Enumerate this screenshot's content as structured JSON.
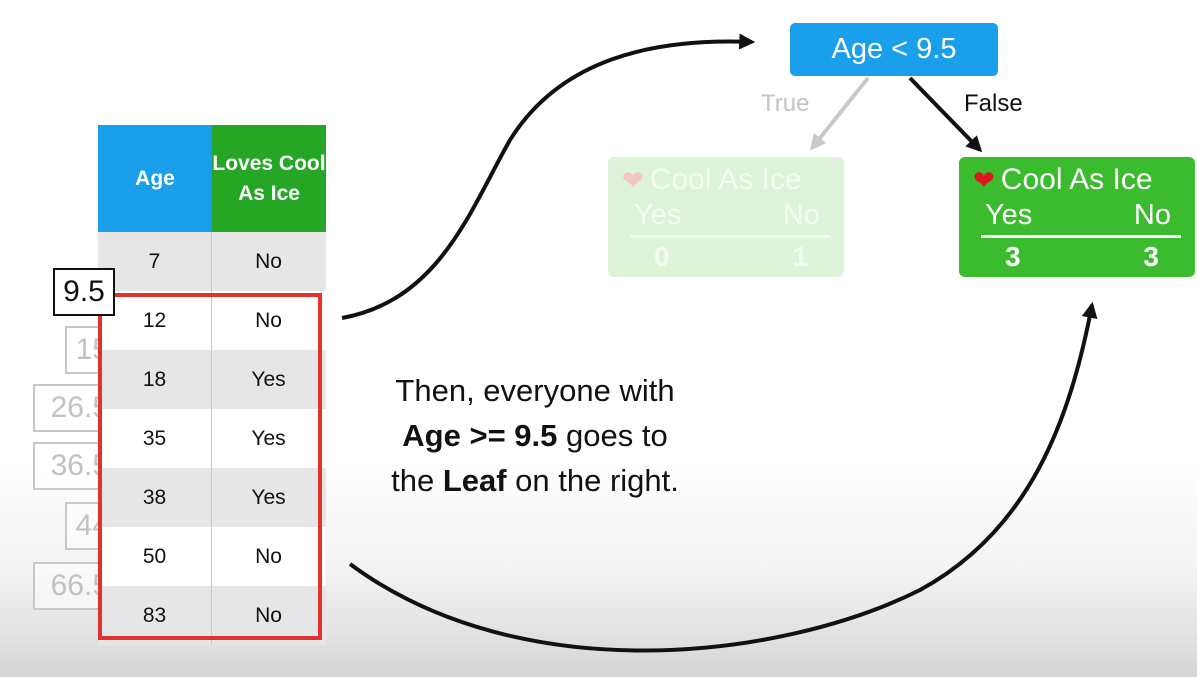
{
  "table": {
    "headers": {
      "age": "Age",
      "loves": "Loves Cool As Ice"
    },
    "rows": [
      {
        "age": "7",
        "loves": "No"
      },
      {
        "age": "12",
        "loves": "No"
      },
      {
        "age": "18",
        "loves": "Yes"
      },
      {
        "age": "35",
        "loves": "Yes"
      },
      {
        "age": "38",
        "loves": "Yes"
      },
      {
        "age": "50",
        "loves": "No"
      },
      {
        "age": "83",
        "loves": "No"
      }
    ]
  },
  "thresholds": {
    "active": "9.5",
    "candidates": [
      "15",
      "26.5",
      "36.5",
      "44",
      "66.5"
    ]
  },
  "tree": {
    "root_label": "Age < 9.5",
    "true_label": "True",
    "false_label": "False",
    "left_leaf": {
      "title": "Cool As Ice",
      "yes_label": "Yes",
      "no_label": "No",
      "yes_count": "0",
      "no_count": "1"
    },
    "right_leaf": {
      "title": "Cool As Ice",
      "yes_label": "Yes",
      "no_label": "No",
      "yes_count": "3",
      "no_count": "3"
    }
  },
  "caption": {
    "p1": "Then, everyone with",
    "p2_bold": "Age >= 9.5",
    "p3": " goes to",
    "p4": "the ",
    "p5_bold": "Leaf",
    "p6": " on the right."
  },
  "colors": {
    "blue": "#1a9fea",
    "green": "#25a625",
    "leaf_green": "#3bbc2e",
    "red": "#e53030"
  }
}
